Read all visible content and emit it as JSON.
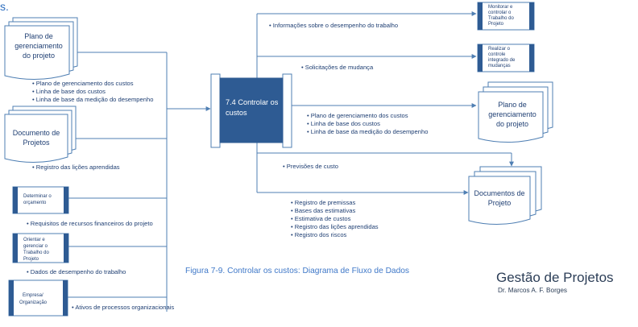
{
  "top_clip_text": "s.",
  "process": {
    "line1": "7.4 Controlar os",
    "line2": "custos"
  },
  "inputs": {
    "plan_doc": [
      "Plano de",
      "gerenciamento",
      "do projeto"
    ],
    "plan_bullets": [
      "• Plano de gerenciamento dos custos",
      "• Linha de base dos custos",
      "• Linha de base da medição do desempenho"
    ],
    "proj_doc": [
      "Documento de",
      "Projetos"
    ],
    "proj_bullets": [
      "• Registro das lições aprendidas"
    ],
    "det_orc": [
      "Determinar o",
      "orçamento"
    ],
    "det_bullet": "• Requisitos de recursos financeiros do projeto",
    "orient": [
      "Orientar e",
      "gerenciar o",
      "Trabalho do",
      "Projeto"
    ],
    "orient_bullet": "• Dados de desempenho do trabalho",
    "empresa": [
      "Empresa/",
      "Organização"
    ],
    "empresa_bullet": "• Ativos de processos organizacionais"
  },
  "outputs": {
    "monitor": [
      "Monitorar e",
      "controlar o",
      "Trabalho do",
      "Projeto"
    ],
    "monitor_bullet": "• Informações sobre o desempenho do trabalho",
    "realizar": [
      "Realizar o",
      "controle",
      "integrado de",
      "mudanças"
    ],
    "realizar_bullet": "• Solicitações de mudança",
    "plan_doc": [
      "Plano de",
      "gerenciamento",
      "do projeto"
    ],
    "plan_bullets": [
      "• Plano de gerenciamento dos custos",
      "• Linha de base dos custos",
      "• Linha de base da medição do desempenho"
    ],
    "prev_bullet": "• Previsões de custo",
    "proj_doc": [
      "Documentos de",
      "Projeto"
    ],
    "proj_bullets": [
      "• Registro de premissas",
      "• Bases das estimativas",
      "• Estimativa de custos",
      "• Registro das lições aprendidas",
      "• Registro dos riscos"
    ]
  },
  "caption": "Figura 7-9. Controlar os custos: Diagrama de Fluxo de Dados",
  "brand": {
    "title": "Gestão de Projetos",
    "author": "Dr. Marcos A. F. Borges"
  },
  "colors": {
    "line": "#4f7fb3",
    "process_fill": "#2e5b93",
    "text": "#1f3f73",
    "caption": "#3f78c8"
  }
}
